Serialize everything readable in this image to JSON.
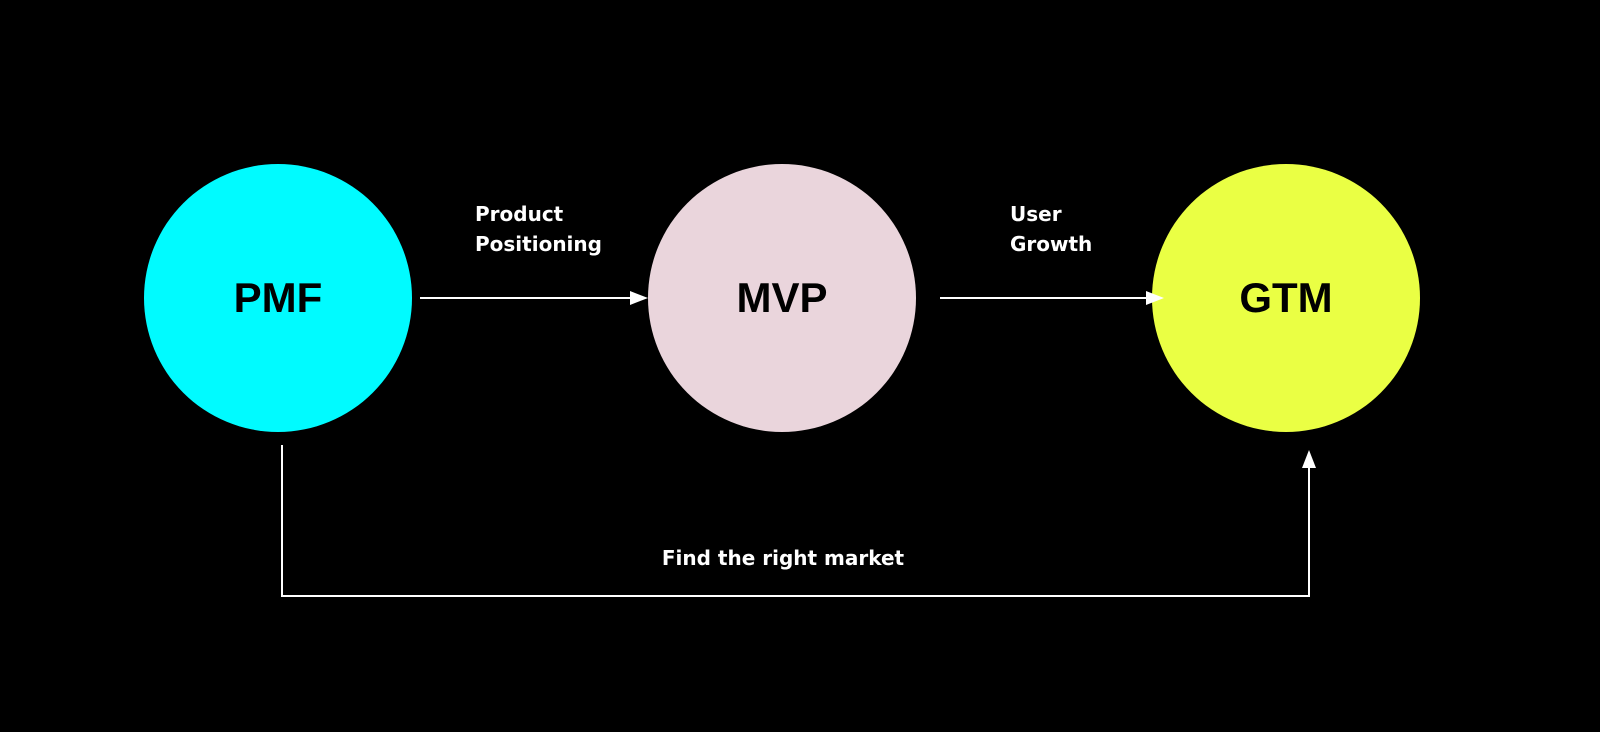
{
  "nodes": [
    {
      "id": "pmf",
      "label": "PMF",
      "color": "#00fbff"
    },
    {
      "id": "mvp",
      "label": "MVP",
      "color": "#ead5dc"
    },
    {
      "id": "gtm",
      "label": "GTM",
      "color": "#eaff44"
    }
  ],
  "edges": {
    "pmf_to_mvp": {
      "lines": [
        "Product",
        "Positioning"
      ]
    },
    "mvp_to_gtm": {
      "lines": [
        "User",
        "Growth"
      ]
    },
    "pmf_to_gtm": {
      "label": "Find the right market"
    }
  },
  "colors": {
    "background": "#000000",
    "connector": "#ffffff",
    "node_text": "#000000",
    "edge_text": "#ffffff"
  }
}
